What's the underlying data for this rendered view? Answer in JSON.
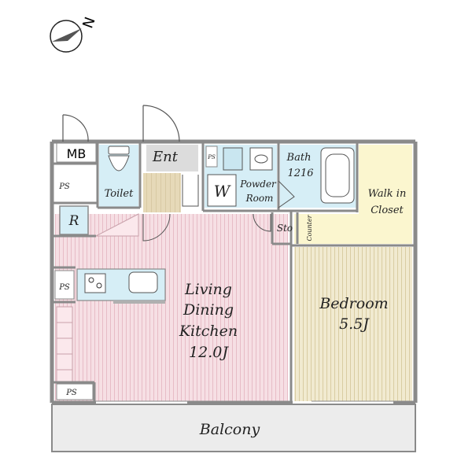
{
  "compass": {
    "label": "N"
  },
  "rooms": {
    "mb": "MB",
    "ps_top": "PS",
    "ps_small": "PS",
    "ps_mid": "PS",
    "ps_bottom": "PS",
    "toilet": "Toilet",
    "entrance": "Ent",
    "washer": "W",
    "powder_room": [
      "Powder",
      "Room"
    ],
    "bath": [
      "Bath",
      "1216"
    ],
    "walk_in_closet": [
      "Walk in",
      "Closet"
    ],
    "refrigerator": "R",
    "storage": "Sto",
    "counter": "Counter",
    "ldk": [
      "Living",
      "Dining",
      "Kitchen",
      "12.0J"
    ],
    "bedroom": [
      "Bedroom",
      "5.5J"
    ],
    "balcony": "Balcony"
  },
  "colors": {
    "wall": "#8a8a8a",
    "ldk_floor": "#f6dfe4",
    "ldk_stripe": "#e7bcc6",
    "bedroom_floor": "#f1ead0",
    "bedroom_stripe": "#d9cca2",
    "wet_area": "#d6eef6",
    "closet": "#fbf6cf",
    "balcony": "#ececec",
    "entry_tile": "#e6d9b8"
  }
}
